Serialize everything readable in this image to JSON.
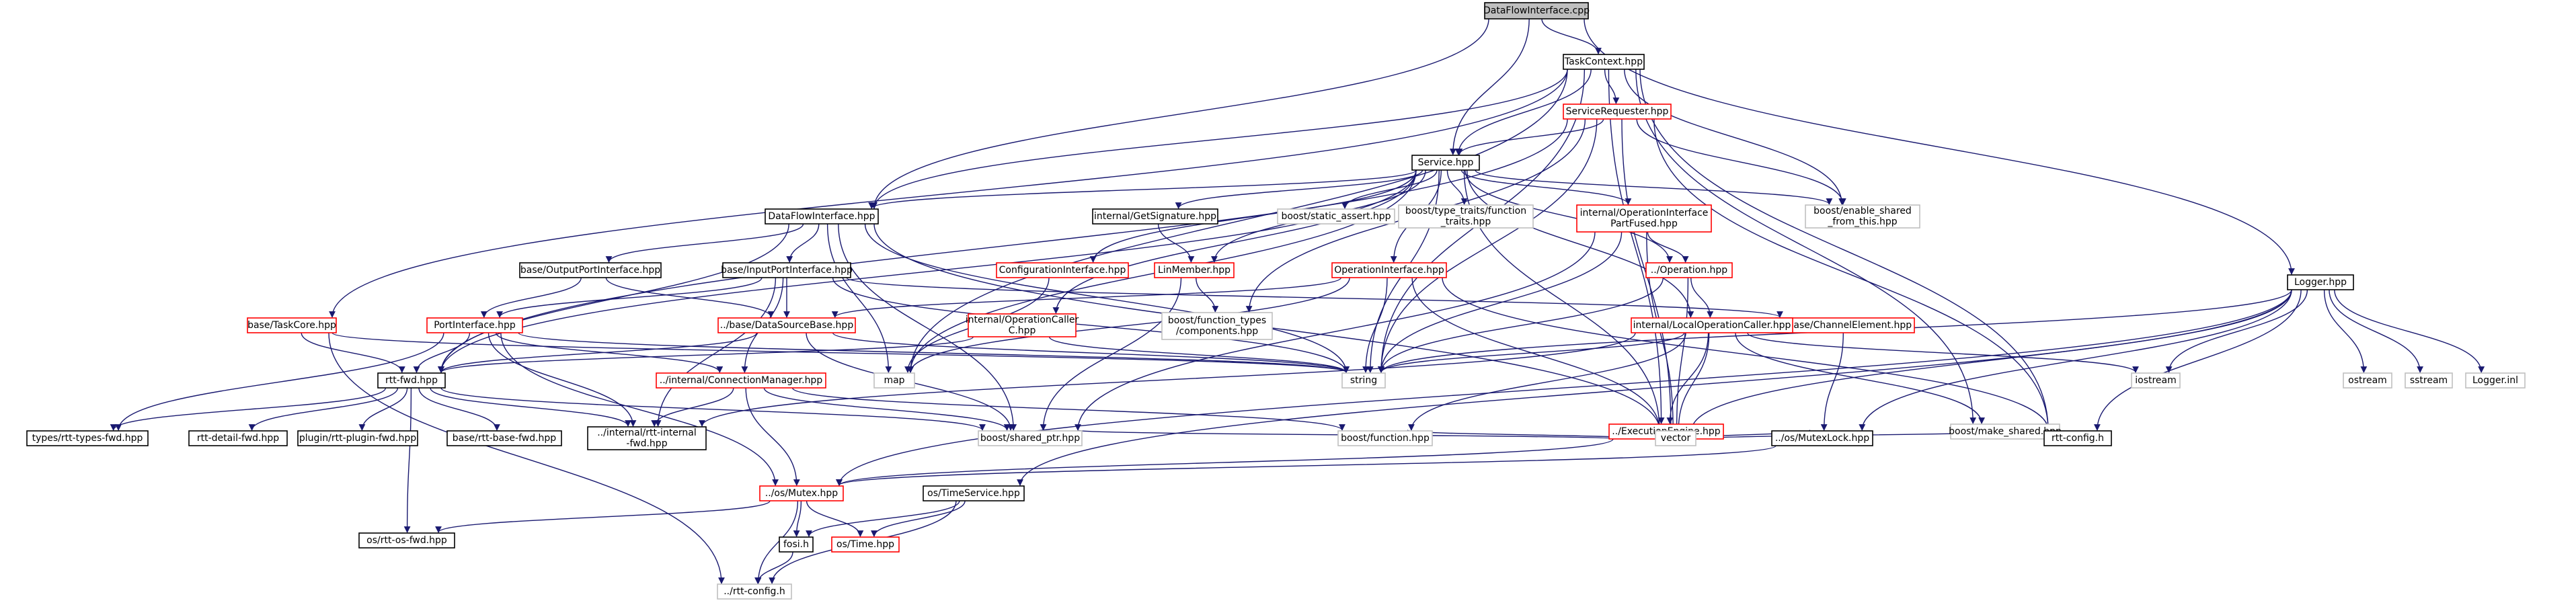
{
  "colors": {
    "edge": "#191970",
    "black_border": "#000000",
    "red_border": "#ff0000",
    "grey_border": "#bfbfbf",
    "root_fill": "#bfbfbf",
    "white_fill": "#ffffff",
    "text": "#000000"
  },
  "nodes": [
    {
      "id": "n_root",
      "label": "DataFlowInterface.cpp",
      "kind": "root"
    },
    {
      "id": "n_taskctx",
      "label": "TaskContext.hpp",
      "kind": "black"
    },
    {
      "id": "n_logger",
      "label": "Logger.hpp",
      "kind": "black"
    },
    {
      "id": "n_servreq",
      "label": "ServiceRequester.hpp",
      "kind": "red"
    },
    {
      "id": "n_service",
      "label": "Service.hpp",
      "kind": "black"
    },
    {
      "id": "n_dfi",
      "label": "DataFlowInterface.hpp",
      "kind": "black"
    },
    {
      "id": "n_tasscore",
      "label": "base/TaskCore.hpp",
      "kind": "red"
    },
    {
      "id": "n_getsig",
      "label": "internal/GetSignature.hpp",
      "kind": "black"
    },
    {
      "id": "n_staticassert",
      "label": "boost/static_assert.hpp",
      "kind": "grey"
    },
    {
      "id": "n_typetraits",
      "label": "boost/type_traits/function\n_traits.hpp",
      "kind": "grey"
    },
    {
      "id": "n_enableshared",
      "label": "boost/enable_shared\n_from_this.hpp",
      "kind": "grey"
    },
    {
      "id": "n_opifacepart",
      "label": "internal/OperationInterface\nPartFused.hpp",
      "kind": "red"
    },
    {
      "id": "n_outport",
      "label": "base/OutputPortInterface.hpp",
      "kind": "black"
    },
    {
      "id": "n_inport",
      "label": "base/InputPortInterface.hpp",
      "kind": "black"
    },
    {
      "id": "n_config",
      "label": "ConfigurationInterface.hpp",
      "kind": "red"
    },
    {
      "id": "n_lmember",
      "label": "LinMember.hpp",
      "kind": "red"
    },
    {
      "id": "n_opiface",
      "label": "OperationInterface.hpp",
      "kind": "red"
    },
    {
      "id": "n_operation",
      "label": "../Operation.hpp",
      "kind": "red"
    },
    {
      "id": "n_portiface",
      "label": "PortInterface.hpp",
      "kind": "red"
    },
    {
      "id": "n_opcaller",
      "label": "internal/OperationCaller\nC.hpp",
      "kind": "red"
    },
    {
      "id": "n_datasrc",
      "label": "../base/DataSourceBase.hpp",
      "kind": "red"
    },
    {
      "id": "n_functypes",
      "label": "boost/function_types\n/components.hpp",
      "kind": "grey"
    },
    {
      "id": "n_chanelem",
      "label": "../base/ChannelElement.hpp",
      "kind": "red"
    },
    {
      "id": "n_localop",
      "label": "internal/LocalOperationCaller.hpp",
      "kind": "red"
    },
    {
      "id": "n_rttfwd",
      "label": "rtt-fwd.hpp",
      "kind": "black"
    },
    {
      "id": "n_connmgr",
      "label": "../internal/ConnectionManager.hpp",
      "kind": "red"
    },
    {
      "id": "n_map",
      "label": "map",
      "kind": "grey"
    },
    {
      "id": "n_string",
      "label": "string",
      "kind": "grey"
    },
    {
      "id": "n_execeng",
      "label": "../ExecutionEngine.hpp",
      "kind": "red"
    },
    {
      "id": "n_makeshared",
      "label": "boost/make_shared.hpp",
      "kind": "grey"
    },
    {
      "id": "n_iostream",
      "label": "iostream",
      "kind": "grey"
    },
    {
      "id": "n_ostream",
      "label": "ostream",
      "kind": "grey"
    },
    {
      "id": "n_sstream",
      "label": "sstream",
      "kind": "grey"
    },
    {
      "id": "n_loggerinl",
      "label": "Logger.inl",
      "kind": "grey"
    },
    {
      "id": "n_typesfwd",
      "label": "types/rtt-types-fwd.hpp",
      "kind": "black"
    },
    {
      "id": "n_detailfwd",
      "label": "rtt-detail-fwd.hpp",
      "kind": "black"
    },
    {
      "id": "n_pluginfwd",
      "label": "plugin/rtt-plugin-fwd.hpp",
      "kind": "black"
    },
    {
      "id": "n_basefwd",
      "label": "base/rtt-base-fwd.hpp",
      "kind": "black"
    },
    {
      "id": "n_internalfwd",
      "label": "../internal/rtt-internal\n-fwd.hpp",
      "kind": "black"
    },
    {
      "id": "n_sharedptr",
      "label": "boost/shared_ptr.hpp",
      "kind": "grey"
    },
    {
      "id": "n_function",
      "label": "boost/function.hpp",
      "kind": "grey"
    },
    {
      "id": "n_vector",
      "label": "vector",
      "kind": "grey"
    },
    {
      "id": "n_mutexlock",
      "label": "../os/MutexLock.hpp",
      "kind": "black"
    },
    {
      "id": "n_rttconfigh",
      "label": "rtt-config.h",
      "kind": "black"
    },
    {
      "id": "n_mutex",
      "label": "../os/Mutex.hpp",
      "kind": "red"
    },
    {
      "id": "n_timeservice",
      "label": "os/TimeService.hpp",
      "kind": "black"
    },
    {
      "id": "n_osfwd",
      "label": "os/rtt-os-fwd.hpp",
      "kind": "black"
    },
    {
      "id": "n_fosi",
      "label": "fosi.h",
      "kind": "black"
    },
    {
      "id": "n_ostime",
      "label": "os/Time.hpp",
      "kind": "red"
    },
    {
      "id": "n_rttconfig2",
      "label": "../rtt-config.h",
      "kind": "grey"
    }
  ],
  "edges": [
    [
      "n_root",
      "n_taskctx"
    ],
    [
      "n_root",
      "n_service"
    ],
    [
      "n_root",
      "n_dfi"
    ],
    [
      "n_root",
      "n_logger"
    ],
    [
      "n_taskctx",
      "n_servreq"
    ],
    [
      "n_taskctx",
      "n_service"
    ],
    [
      "n_taskctx",
      "n_dfi"
    ],
    [
      "n_taskctx",
      "n_tasscore"
    ],
    [
      "n_taskctx",
      "n_map"
    ],
    [
      "n_taskctx",
      "n_string"
    ],
    [
      "n_taskctx",
      "n_execeng"
    ],
    [
      "n_taskctx",
      "n_makeshared"
    ],
    [
      "n_taskctx",
      "n_rttconfigh"
    ],
    [
      "n_taskctx",
      "n_enableshared"
    ],
    [
      "n_servreq",
      "n_service"
    ],
    [
      "n_servreq",
      "n_rttfwd"
    ],
    [
      "n_servreq",
      "n_functypes"
    ],
    [
      "n_servreq",
      "n_enableshared"
    ],
    [
      "n_servreq",
      "n_vector"
    ],
    [
      "n_servreq",
      "n_rttconfigh"
    ],
    [
      "n_servreq",
      "n_string"
    ],
    [
      "n_service",
      "n_dfi"
    ],
    [
      "n_service",
      "n_getsig"
    ],
    [
      "n_service",
      "n_staticassert"
    ],
    [
      "n_service",
      "n_typetraits"
    ],
    [
      "n_service",
      "n_enableshared"
    ],
    [
      "n_service",
      "n_opifacepart"
    ],
    [
      "n_service",
      "n_config"
    ],
    [
      "n_service",
      "n_lmember"
    ],
    [
      "n_service",
      "n_opiface"
    ],
    [
      "n_service",
      "n_operation"
    ],
    [
      "n_service",
      "n_opcaller"
    ],
    [
      "n_service",
      "n_localop"
    ],
    [
      "n_service",
      "n_rttfwd"
    ],
    [
      "n_service",
      "n_map"
    ],
    [
      "n_service",
      "n_string"
    ],
    [
      "n_service",
      "n_vector"
    ],
    [
      "n_dfi",
      "n_outport"
    ],
    [
      "n_dfi",
      "n_inport"
    ],
    [
      "n_dfi",
      "n_rttfwd"
    ],
    [
      "n_dfi",
      "n_map"
    ],
    [
      "n_dfi",
      "n_string"
    ],
    [
      "n_dfi",
      "n_sharedptr"
    ],
    [
      "n_dfi",
      "n_vector"
    ],
    [
      "n_tasscore",
      "n_rttfwd"
    ],
    [
      "n_tasscore",
      "n_string"
    ],
    [
      "n_tasscore",
      "n_rttconfig2"
    ],
    [
      "n_getsig",
      "n_lmember"
    ],
    [
      "n_opifacepart",
      "n_operation"
    ],
    [
      "n_opifacepart",
      "n_string"
    ],
    [
      "n_opifacepart",
      "n_sharedptr"
    ],
    [
      "n_opifacepart",
      "n_vector"
    ],
    [
      "n_outport",
      "n_portiface"
    ],
    [
      "n_outport",
      "n_datasrc"
    ],
    [
      "n_inport",
      "n_portiface"
    ],
    [
      "n_inport",
      "n_datasrc"
    ],
    [
      "n_inport",
      "n_connmgr"
    ],
    [
      "n_inport",
      "n_chanelem"
    ],
    [
      "n_inport",
      "n_internalfwd"
    ],
    [
      "n_inport",
      "n_string"
    ],
    [
      "n_config",
      "n_map"
    ],
    [
      "n_lmember",
      "n_functypes"
    ],
    [
      "n_lmember",
      "n_sharedptr"
    ],
    [
      "n_opiface",
      "n_datasrc"
    ],
    [
      "n_opiface",
      "n_string"
    ],
    [
      "n_opiface",
      "n_vector"
    ],
    [
      "n_opiface",
      "n_map"
    ],
    [
      "n_opiface",
      "n_rttconfigh"
    ],
    [
      "n_operation",
      "n_localop"
    ],
    [
      "n_operation",
      "n_string"
    ],
    [
      "n_operation",
      "n_vector"
    ],
    [
      "n_portiface",
      "n_rttfwd"
    ],
    [
      "n_portiface",
      "n_string"
    ],
    [
      "n_portiface",
      "n_typesfwd"
    ],
    [
      "n_portiface",
      "n_mutex"
    ],
    [
      "n_portiface",
      "n_internalfwd"
    ],
    [
      "n_portiface",
      "n_connmgr"
    ],
    [
      "n_opcaller",
      "n_rttfwd"
    ],
    [
      "n_opcaller",
      "n_string"
    ],
    [
      "n_datasrc",
      "n_rttfwd"
    ],
    [
      "n_datasrc",
      "n_string"
    ],
    [
      "n_datasrc",
      "n_sharedptr"
    ],
    [
      "n_chanelem",
      "n_mutexlock"
    ],
    [
      "n_localop",
      "n_execeng"
    ],
    [
      "n_localop",
      "n_string"
    ],
    [
      "n_localop",
      "n_makeshared"
    ],
    [
      "n_localop",
      "n_function"
    ],
    [
      "n_localop",
      "n_vector"
    ],
    [
      "n_localop",
      "n_iostream"
    ],
    [
      "n_localop",
      "n_internalfwd"
    ],
    [
      "n_rttfwd",
      "n_typesfwd"
    ],
    [
      "n_rttfwd",
      "n_detailfwd"
    ],
    [
      "n_rttfwd",
      "n_pluginfwd"
    ],
    [
      "n_rttfwd",
      "n_basefwd"
    ],
    [
      "n_rttfwd",
      "n_internalfwd"
    ],
    [
      "n_rttfwd",
      "n_osfwd"
    ],
    [
      "n_rttfwd",
      "n_sharedptr"
    ],
    [
      "n_connmgr",
      "n_sharedptr"
    ],
    [
      "n_connmgr",
      "n_function"
    ],
    [
      "n_connmgr",
      "n_mutex"
    ],
    [
      "n_connmgr",
      "n_internalfwd"
    ],
    [
      "n_execeng",
      "n_vector"
    ],
    [
      "n_execeng",
      "n_mutexlock"
    ],
    [
      "n_execeng",
      "n_function"
    ],
    [
      "n_execeng",
      "n_rttconfigh"
    ],
    [
      "n_execeng",
      "n_mutex"
    ],
    [
      "n_execeng",
      "n_sharedptr"
    ],
    [
      "n_logger",
      "n_string"
    ],
    [
      "n_logger",
      "n_iostream"
    ],
    [
      "n_logger",
      "n_ostream"
    ],
    [
      "n_logger",
      "n_sstream"
    ],
    [
      "n_logger",
      "n_loggerinl"
    ],
    [
      "n_logger",
      "n_vector"
    ],
    [
      "n_logger",
      "n_rttconfigh"
    ],
    [
      "n_logger",
      "n_mutexlock"
    ],
    [
      "n_logger",
      "n_timeservice"
    ],
    [
      "n_logger",
      "n_mutex"
    ],
    [
      "n_mutexlock",
      "n_mutex"
    ],
    [
      "n_mutex",
      "n_fosi"
    ],
    [
      "n_mutex",
      "n_ostime"
    ],
    [
      "n_mutex",
      "n_osfwd"
    ],
    [
      "n_mutex",
      "n_rttconfig2"
    ],
    [
      "n_timeservice",
      "n_fosi"
    ],
    [
      "n_timeservice",
      "n_ostime"
    ],
    [
      "n_timeservice",
      "n_rttconfig2"
    ],
    [
      "n_fosi",
      "n_rttconfig2"
    ]
  ]
}
